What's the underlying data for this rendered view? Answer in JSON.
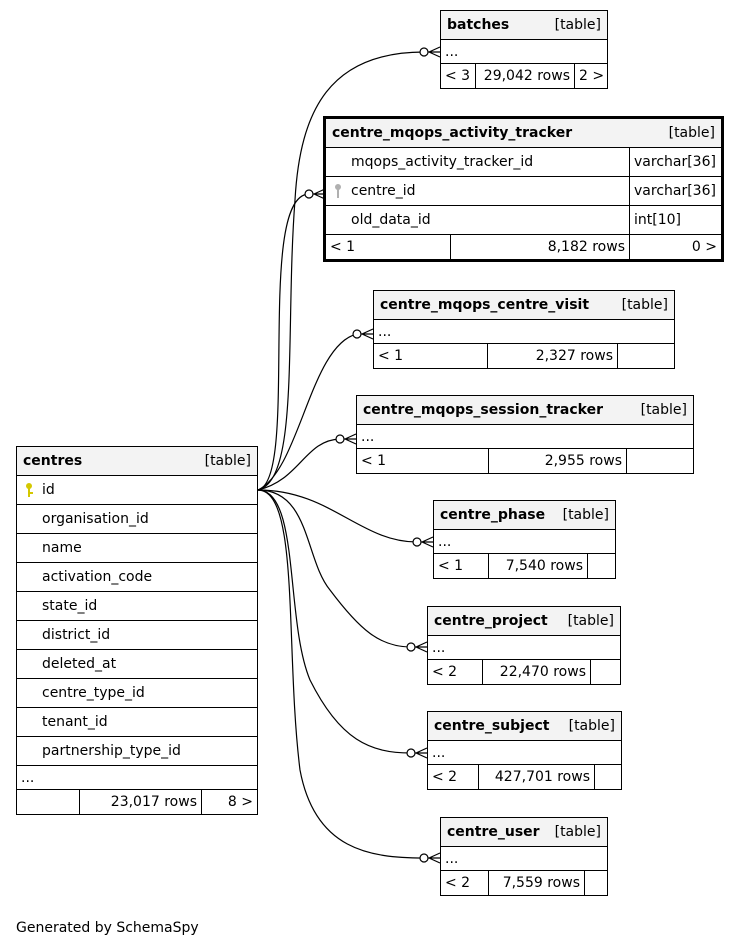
{
  "footer": "Generated by SchemaSpy",
  "type_tag": "[table]",
  "ellipsis": "...",
  "colors": {
    "border": "#000000",
    "header_bg": "#f3f3f3",
    "pk_key": "#d4c800",
    "fk_key": "#b0b0b0"
  },
  "tables": {
    "batches": {
      "name": "batches",
      "foot": [
        "< 3",
        "29,042 rows",
        "2 >"
      ]
    },
    "tracker": {
      "name": "centre_mqops_activity_tracker",
      "columns": [
        {
          "name": "mqops_activity_tracker_id",
          "type": "varchar[36]"
        },
        {
          "name": "centre_id",
          "type": "varchar[36]"
        },
        {
          "name": "old_data_id",
          "type": "int[10]"
        }
      ],
      "foot": [
        "< 1",
        "8,182 rows",
        "0 >"
      ]
    },
    "visit": {
      "name": "centre_mqops_centre_visit",
      "foot": [
        "< 1",
        "2,327 rows",
        ""
      ]
    },
    "session": {
      "name": "centre_mqops_session_tracker",
      "foot": [
        "< 1",
        "2,955 rows",
        ""
      ]
    },
    "phase": {
      "name": "centre_phase",
      "foot": [
        "< 1",
        "7,540 rows",
        ""
      ]
    },
    "project": {
      "name": "centre_project",
      "foot": [
        "< 2",
        "22,470 rows",
        ""
      ]
    },
    "subject": {
      "name": "centre_subject",
      "foot": [
        "< 2",
        "427,701 rows",
        ""
      ]
    },
    "user": {
      "name": "centre_user",
      "foot": [
        "< 2",
        "7,559 rows",
        ""
      ]
    },
    "centres": {
      "name": "centres",
      "columns": [
        "id",
        "organisation_id",
        "name",
        "activation_code",
        "state_id",
        "district_id",
        "deleted_at",
        "centre_type_id",
        "tenant_id",
        "partnership_type_id"
      ],
      "foot": [
        "",
        "23,017 rows",
        "8 >"
      ]
    }
  }
}
